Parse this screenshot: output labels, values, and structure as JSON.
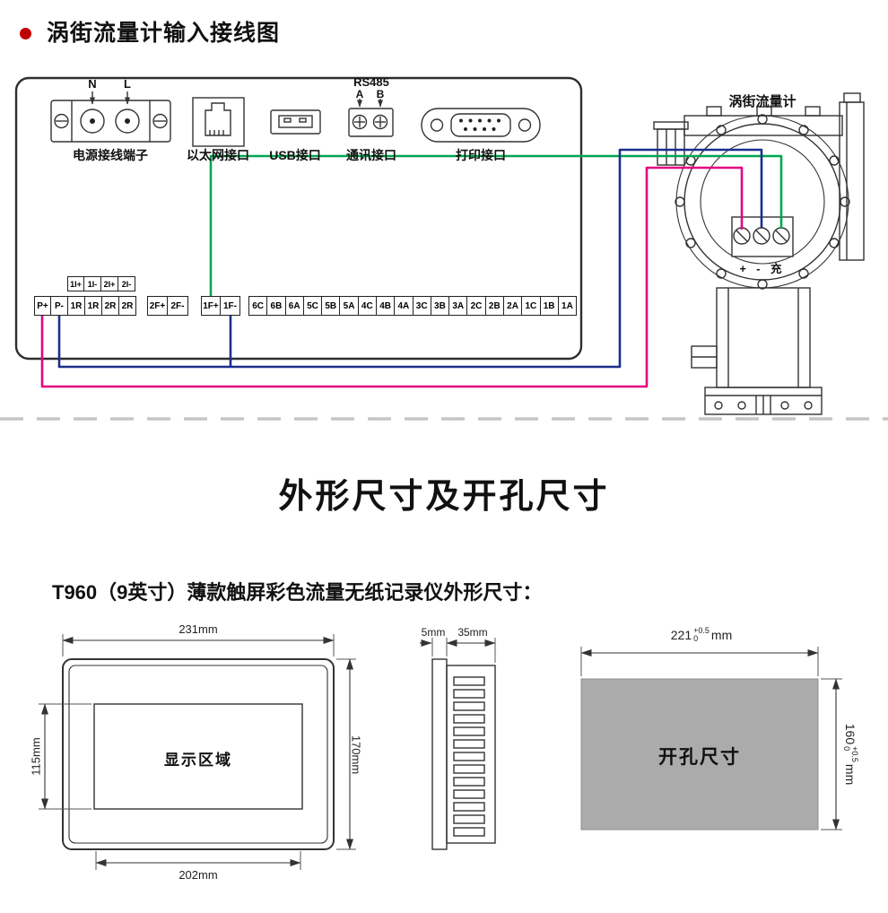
{
  "header": {
    "title": "涡街流量计输入接线图"
  },
  "wiring": {
    "ports": {
      "power": {
        "label": "电源接线端子",
        "n": "N",
        "l": "L"
      },
      "ethernet": {
        "label": "以太网接口"
      },
      "usb": {
        "label": "USB接口"
      },
      "comm": {
        "label": "通讯接口",
        "protocol": "RS485",
        "a": "A",
        "b": "B"
      },
      "printer": {
        "label": "打印接口"
      }
    },
    "flowmeter": {
      "label": "涡街流量计",
      "terminals": "+ - 充"
    },
    "upper_row": [
      "1I+",
      "1I-",
      "2I+",
      "2I-"
    ],
    "group1": [
      "P+",
      "P-",
      "1R",
      "1R",
      "2R",
      "2R"
    ],
    "group2": [
      "2F+",
      "2F-"
    ],
    "group3": [
      "1F+",
      "1F-"
    ],
    "group4": [
      "6C",
      "6B",
      "6A",
      "5C",
      "5B",
      "5A",
      "4C",
      "4B",
      "4A",
      "3C",
      "3B",
      "3A",
      "2C",
      "2B",
      "2A",
      "1C",
      "1B",
      "1A"
    ]
  },
  "section": {
    "title": "外形尺寸及开孔尺寸",
    "subtitle": "T960（9英寸）薄款触屏彩色流量无纸记录仪外形尺寸："
  },
  "front_view": {
    "width": "231mm",
    "height": "170mm",
    "display_height": "115mm",
    "rear_width": "202mm",
    "display_label": "显示区域"
  },
  "side_view": {
    "bezel": "5mm",
    "depth": "35mm"
  },
  "cutout": {
    "label": "开孔尺寸",
    "width": "221",
    "width_tol_top": "+0.5",
    "width_tol_bottom": "0",
    "width_unit": "mm",
    "height": "160",
    "height_tol_top": "+0.5",
    "height_tol_bottom": "0",
    "height_unit": "mm"
  },
  "colors": {
    "bullet_red": "#C00000",
    "cutout_gray": "#ABABAB",
    "wire_green": "#00A651",
    "wire_blue": "#1C2E8E",
    "wire_magenta": "#E4007F"
  }
}
